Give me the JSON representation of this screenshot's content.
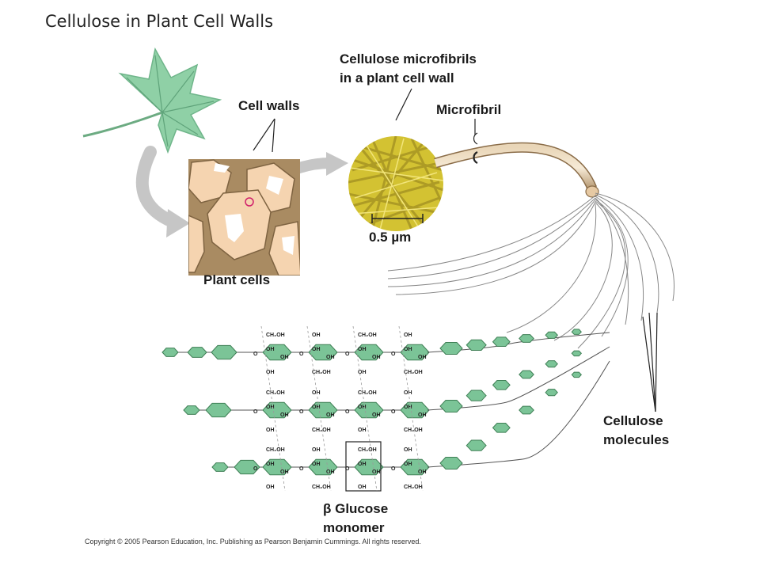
{
  "title": "Cellulose in Plant Cell Walls",
  "labels": {
    "cell_walls": "Cell walls",
    "microfibrils_line1": "Cellulose microfibrils",
    "microfibrils_line2": "in a plant cell wall",
    "microfibril": "Microfibril",
    "scale_bar": "0.5 µm",
    "plant_cells": "Plant cells",
    "cellulose_molecules_line1": "Cellulose",
    "cellulose_molecules_line2": "molecules",
    "glucose_line1": "β Glucose",
    "glucose_line2": "monomer"
  },
  "ring_groups": {
    "ch2oh": "CH₂OH",
    "oh": "OH",
    "o": "O"
  },
  "copyright": "Copyright © 2005 Pearson Education, Inc. Publishing as Pearson Benjamin Cummings. All rights reserved.",
  "colors": {
    "leaf": "#7cc79a",
    "cell_wall": "#a98b62",
    "cell_interior": "#f5d4b0",
    "micrograph": "#d3c232",
    "glucose": "#7bc497",
    "arrow": "#c6c6c6"
  }
}
